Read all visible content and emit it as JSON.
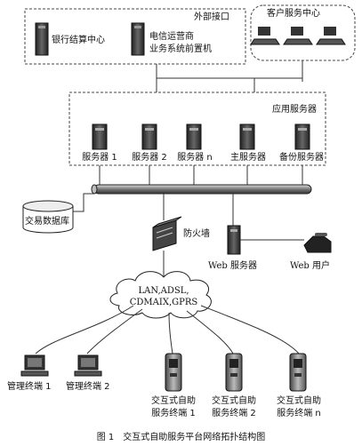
{
  "external": {
    "title": "外部接口",
    "bank": "银行结算中心",
    "telecom": [
      "电信运营商",
      "业务系统前置机"
    ]
  },
  "customer_center": "客户服务中心",
  "app_servers": {
    "title": "应用服务器",
    "servers": [
      "服务器 1",
      "服务器 2",
      "服务器 n",
      "主服务器",
      "备份服务器"
    ]
  },
  "database": "交易数据库",
  "firewall": "防火墙",
  "web_server": "Web 服务器",
  "web_user": "Web 用户",
  "network": [
    "LAN,ADSL,",
    "CDMAIX,GPRS"
  ],
  "terminals": {
    "management": [
      "管理终端 1",
      "管理终端 2"
    ],
    "self_service": [
      [
        "交互式自助",
        "服务终端 1"
      ],
      [
        "交互式自助",
        "服务终端 2"
      ],
      [
        "交互式自助",
        "服务终端 n"
      ]
    ]
  },
  "caption": "图 1　交互式自助服务平台网络拓扑结构图"
}
